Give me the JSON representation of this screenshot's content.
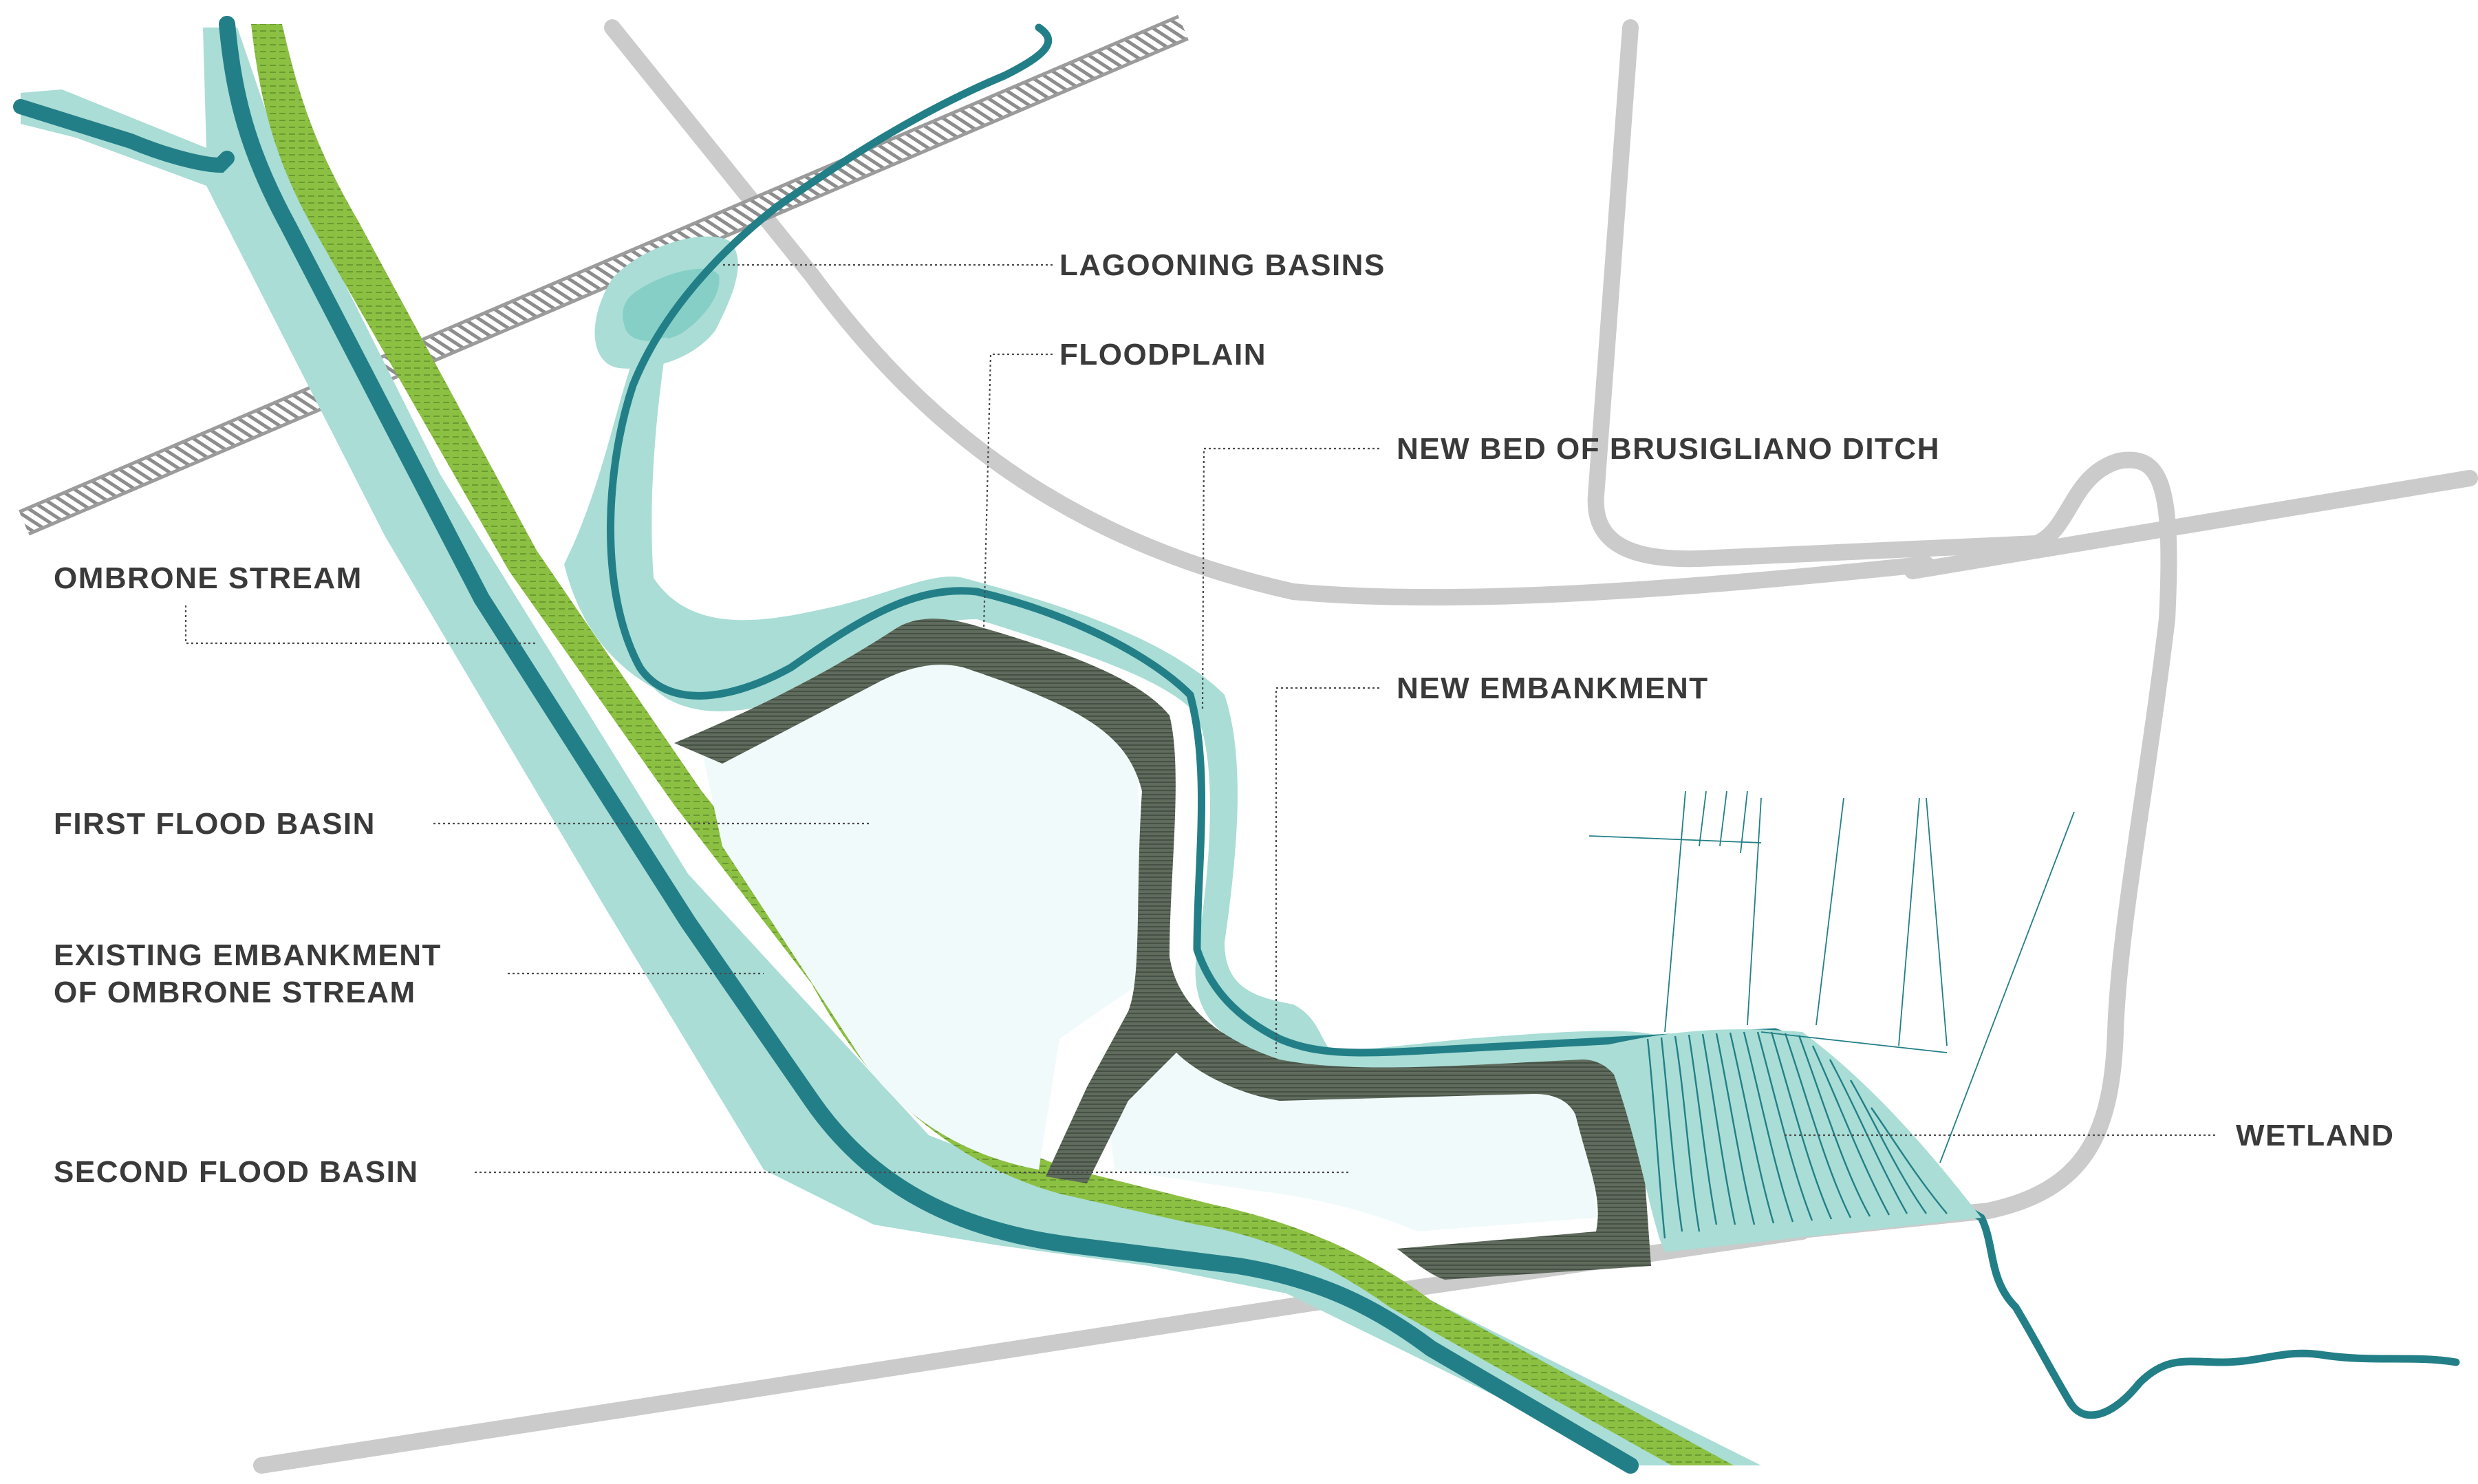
{
  "labels": {
    "lagooning_basins": "LAGOONING BASINS",
    "floodplain": "FLOODPLAIN",
    "new_bed": "NEW BED OF BRUSIGLIANO DITCH",
    "ombrone_stream": "OMBRONE STREAM",
    "new_embankment": "NEW EMBANKMENT",
    "first_flood_basin": "FIRST FLOOD BASIN",
    "existing_embankment_line1": "EXISTING EMBANKMENT",
    "existing_embankment_line2": "OF OMBRONE STREAM",
    "second_flood_basin": "SECOND FLOOD BASIN",
    "wetland": "WETLAND"
  },
  "colors": {
    "stream": "#237f87",
    "buffer": "#a9ddd6",
    "green_embankment": "#8cc043",
    "new_embankment": "#5f6b5c",
    "basin_fill": "#f1fafb",
    "road": "#cbcbcb",
    "railway": "#9b9b9b",
    "wetland": "#a9ddd6"
  }
}
